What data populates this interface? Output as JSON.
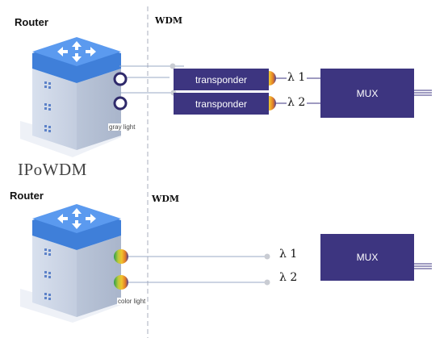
{
  "top": {
    "router_label": "Router",
    "wdm_label": "WDM",
    "transponders": [
      "transponder",
      "transponder"
    ],
    "lambdas": [
      "λ 1",
      "λ 2"
    ],
    "mux_label": "MUX",
    "port_tag": "gray light"
  },
  "caption": "IPoWDM",
  "bottom": {
    "router_label": "Router",
    "wdm_label": "WDM",
    "lambdas": [
      "λ 1",
      "λ 2"
    ],
    "mux_label": "MUX",
    "port_tag": "color light"
  },
  "colors": {
    "box_fill": "#3d3580",
    "link_line": "#9aa8c4",
    "divider": "#b8bcc8",
    "router_top": "#4a8fe6"
  }
}
